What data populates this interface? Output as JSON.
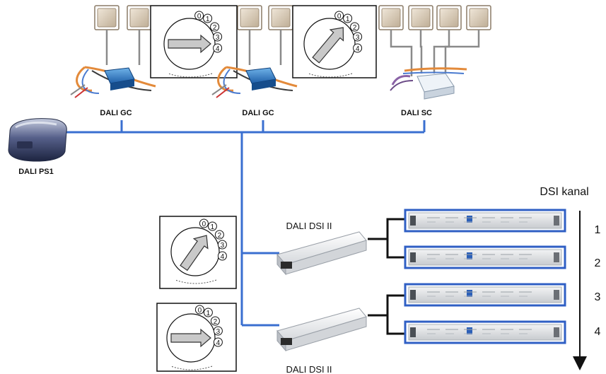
{
  "colors": {
    "bus": "#3a6fd0",
    "switch_face": "#d9cbb6",
    "switch_frame": "#8a7a66",
    "ballast_border": "#2f5fc4"
  },
  "labels": {
    "gc1": "DALI GC",
    "gc2": "DALI GC",
    "sc": "DALI SC",
    "ps": "DALI PS1",
    "dsi_top": "DALI DSI II",
    "dsi_bottom": "DALI DSI II",
    "channel_title": "DSI kanal"
  },
  "channels": [
    "1",
    "2",
    "3",
    "4"
  ],
  "dial_numbers": [
    "0",
    "1",
    "2",
    "3",
    "4"
  ],
  "dials": [
    {
      "name": "dial-gc1",
      "selected": "3"
    },
    {
      "name": "dial-gc2",
      "selected": "1"
    },
    {
      "name": "dial-dsi-top",
      "selected": "1"
    },
    {
      "name": "dial-dsi-bottom",
      "selected": "3"
    }
  ],
  "icons": [
    "wall-switch-icon",
    "dial-icon",
    "coupler-icon",
    "power-supply-icon",
    "dsi-converter-icon",
    "ballast-icon",
    "arrow-down-icon"
  ]
}
